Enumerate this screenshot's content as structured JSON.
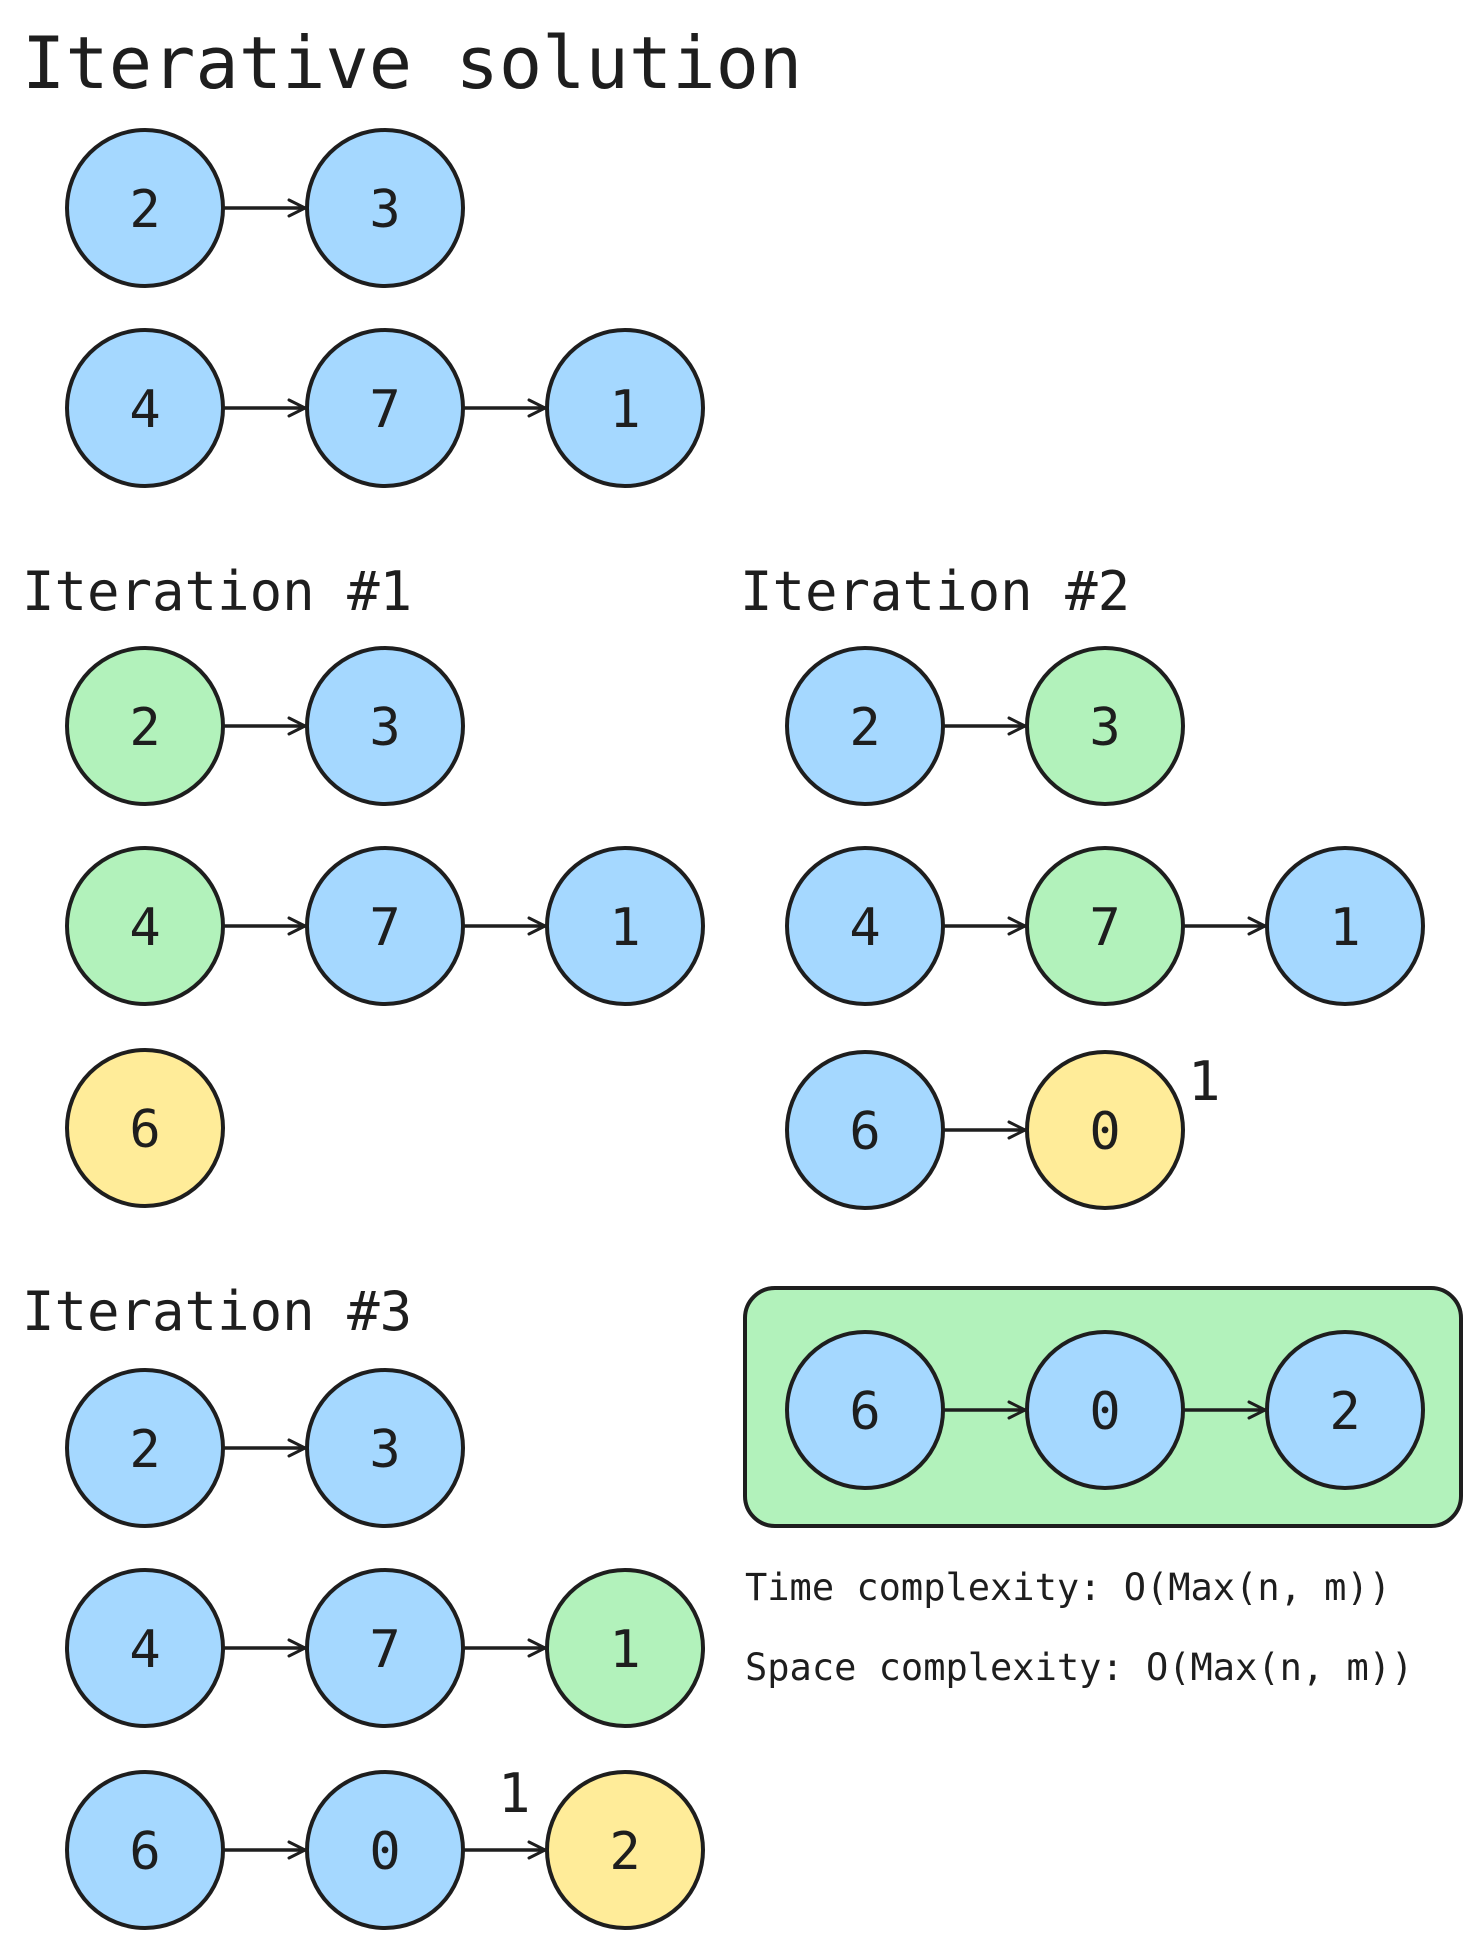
{
  "title": "Iterative solution",
  "colors": {
    "blue": "#a5d8ff",
    "green": "#b2f2bb",
    "yellow": "#ffec99",
    "stroke": "#1e1e1e",
    "carry_red": "#e03131",
    "carry_green": "#2f9e44"
  },
  "input": {
    "list1": [
      {
        "value": "2",
        "color": "blue"
      },
      {
        "value": "3",
        "color": "blue"
      }
    ],
    "list2": [
      {
        "value": "4",
        "color": "blue"
      },
      {
        "value": "7",
        "color": "blue"
      },
      {
        "value": "1",
        "color": "blue"
      }
    ]
  },
  "iterations": [
    {
      "label": "Iteration #1",
      "list1": [
        {
          "value": "2",
          "color": "green"
        },
        {
          "value": "3",
          "color": "blue"
        }
      ],
      "list2": [
        {
          "value": "4",
          "color": "green"
        },
        {
          "value": "7",
          "color": "blue"
        },
        {
          "value": "1",
          "color": "blue"
        }
      ],
      "result": [
        {
          "value": "6",
          "color": "yellow"
        }
      ],
      "carry": ""
    },
    {
      "label": "Iteration #2",
      "list1": [
        {
          "value": "2",
          "color": "blue"
        },
        {
          "value": "3",
          "color": "green"
        }
      ],
      "list2": [
        {
          "value": "4",
          "color": "blue"
        },
        {
          "value": "7",
          "color": "green"
        },
        {
          "value": "1",
          "color": "blue"
        }
      ],
      "result": [
        {
          "value": "6",
          "color": "blue"
        },
        {
          "value": "0",
          "color": "yellow"
        }
      ],
      "carry": "1",
      "carry_color": "carry_red"
    },
    {
      "label": "Iteration #3",
      "list1": [
        {
          "value": "2",
          "color": "blue"
        },
        {
          "value": "3",
          "color": "blue"
        }
      ],
      "list2": [
        {
          "value": "4",
          "color": "blue"
        },
        {
          "value": "7",
          "color": "blue"
        },
        {
          "value": "1",
          "color": "green"
        }
      ],
      "result": [
        {
          "value": "6",
          "color": "blue"
        },
        {
          "value": "0",
          "color": "blue"
        },
        {
          "value": "2",
          "color": "yellow"
        }
      ],
      "carry": "1",
      "carry_color": "carry_green"
    }
  ],
  "final_result": {
    "box_color": "green",
    "nodes": [
      {
        "value": "6",
        "color": "blue"
      },
      {
        "value": "0",
        "color": "blue"
      },
      {
        "value": "2",
        "color": "blue"
      }
    ]
  },
  "complexity": {
    "time": "Time complexity: O(Max(n, m))",
    "space": "Space complexity: O(Max(n, m))"
  }
}
